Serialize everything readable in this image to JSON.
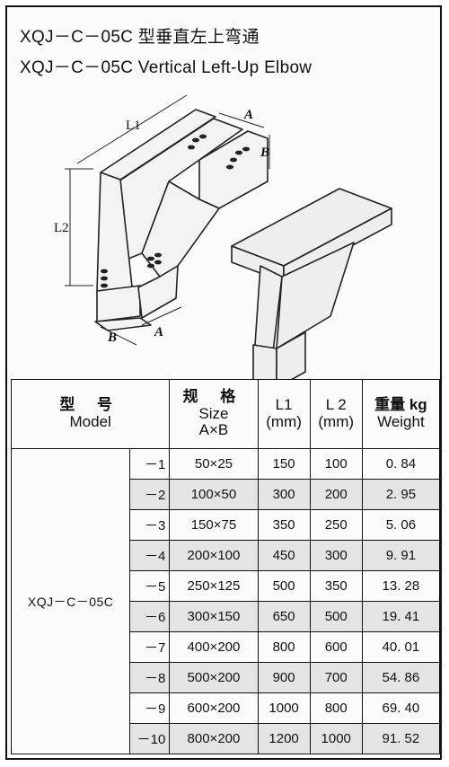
{
  "title_cn": "XQJ－C－05C 型垂直左上弯通",
  "title_en": "XQJ－C－05C Vertical Left-Up Elbow",
  "drawing_labels": {
    "L1": "L1",
    "L2": "L2",
    "A_top": "A",
    "B_top": "B",
    "A_bottom": "A",
    "B_bottom": "B"
  },
  "table": {
    "headers": {
      "model_cn": "型 号",
      "model_en": "Model",
      "size_cn": "规 格",
      "size_en": "Size",
      "size_unit": "A×B",
      "l1": "L1",
      "l1_unit": "(mm)",
      "l2": "L 2",
      "l2_unit": "(mm)",
      "weight_cn": "重量 kg",
      "weight_en": "Weight"
    },
    "model": "XQJ－C－05C",
    "rows": [
      {
        "no": "－1",
        "size": "50×25",
        "l1": "150",
        "l2": "100",
        "weight": "0. 84"
      },
      {
        "no": "－2",
        "size": "100×50",
        "l1": "300",
        "l2": "200",
        "weight": "2. 95"
      },
      {
        "no": "－3",
        "size": "150×75",
        "l1": "350",
        "l2": "250",
        "weight": "5. 06"
      },
      {
        "no": "－4",
        "size": "200×100",
        "l1": "450",
        "l2": "300",
        "weight": "9. 91"
      },
      {
        "no": "－5",
        "size": "250×125",
        "l1": "500",
        "l2": "350",
        "weight": "13. 28"
      },
      {
        "no": "－6",
        "size": "300×150",
        "l1": "650",
        "l2": "500",
        "weight": "19. 41"
      },
      {
        "no": "－7",
        "size": "400×200",
        "l1": "800",
        "l2": "600",
        "weight": "40. 01"
      },
      {
        "no": "－8",
        "size": "500×200",
        "l1": "900",
        "l2": "700",
        "weight": "54. 86"
      },
      {
        "no": "－9",
        "size": "600×200",
        "l1": "1000",
        "l2": "800",
        "weight": "69. 40"
      },
      {
        "no": "－10",
        "size": "800×200",
        "l1": "1200",
        "l2": "1000",
        "weight": "91. 52"
      }
    ]
  }
}
